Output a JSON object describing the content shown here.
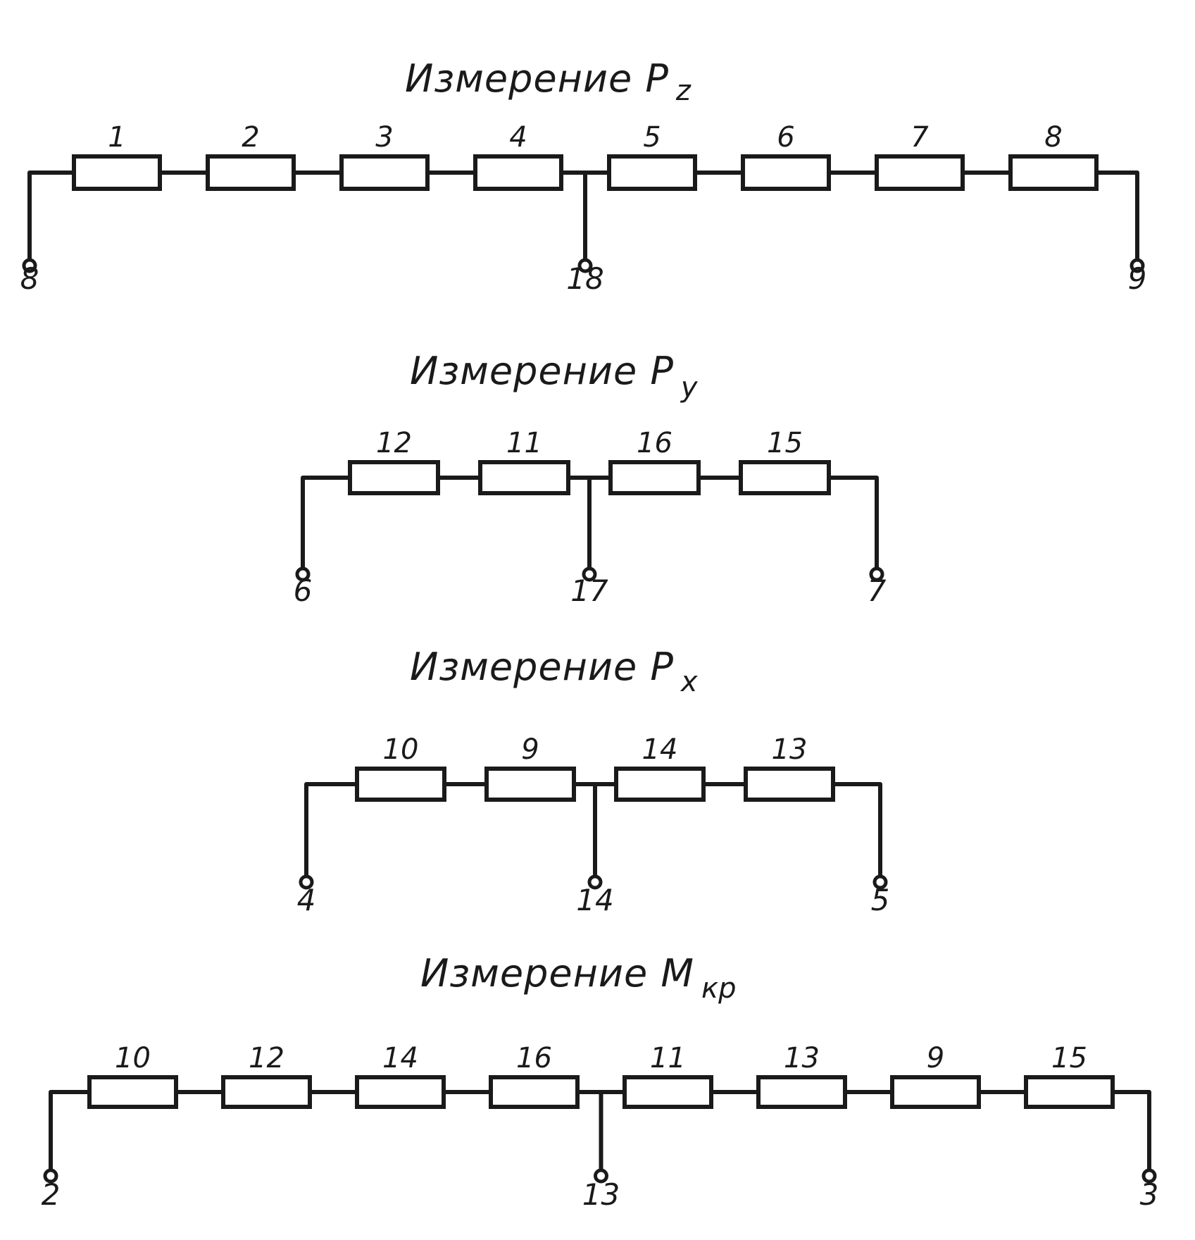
{
  "diagrams": [
    {
      "title": "Измерение P",
      "subscript": "z",
      "resistors": [
        "1",
        "2",
        "3",
        "4",
        "5",
        "6",
        "7",
        "8"
      ],
      "terminals": {
        "left": "8",
        "middle": "18",
        "right": "9"
      }
    },
    {
      "title": "Измерение P",
      "subscript": "y",
      "resistors": [
        "12",
        "11",
        "16",
        "15"
      ],
      "terminals": {
        "left": "6",
        "middle": "17",
        "right": "7"
      }
    },
    {
      "title": "Измерение P",
      "subscript": "x",
      "resistors": [
        "10",
        "9",
        "14",
        "13"
      ],
      "terminals": {
        "left": "4",
        "middle": "14",
        "right": "5"
      }
    },
    {
      "title": "Измерение M",
      "subscript": "кр",
      "resistors": [
        "10",
        "12",
        "14",
        "16",
        "11",
        "13",
        "9",
        "15"
      ],
      "terminals": {
        "left": "2",
        "middle": "13",
        "right": "3"
      }
    }
  ],
  "colors": {
    "ink": "#1a1a1a",
    "paper": "#ffffff"
  }
}
